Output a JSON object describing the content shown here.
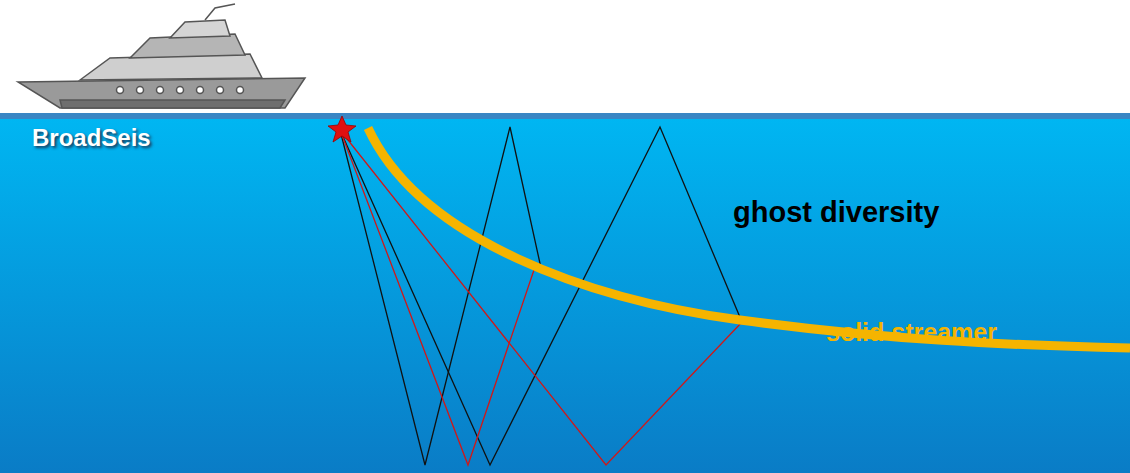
{
  "diagram": {
    "labels": [
      "BroadSeis",
      "ghost diversity",
      "solid streamer"
    ]
  }
}
